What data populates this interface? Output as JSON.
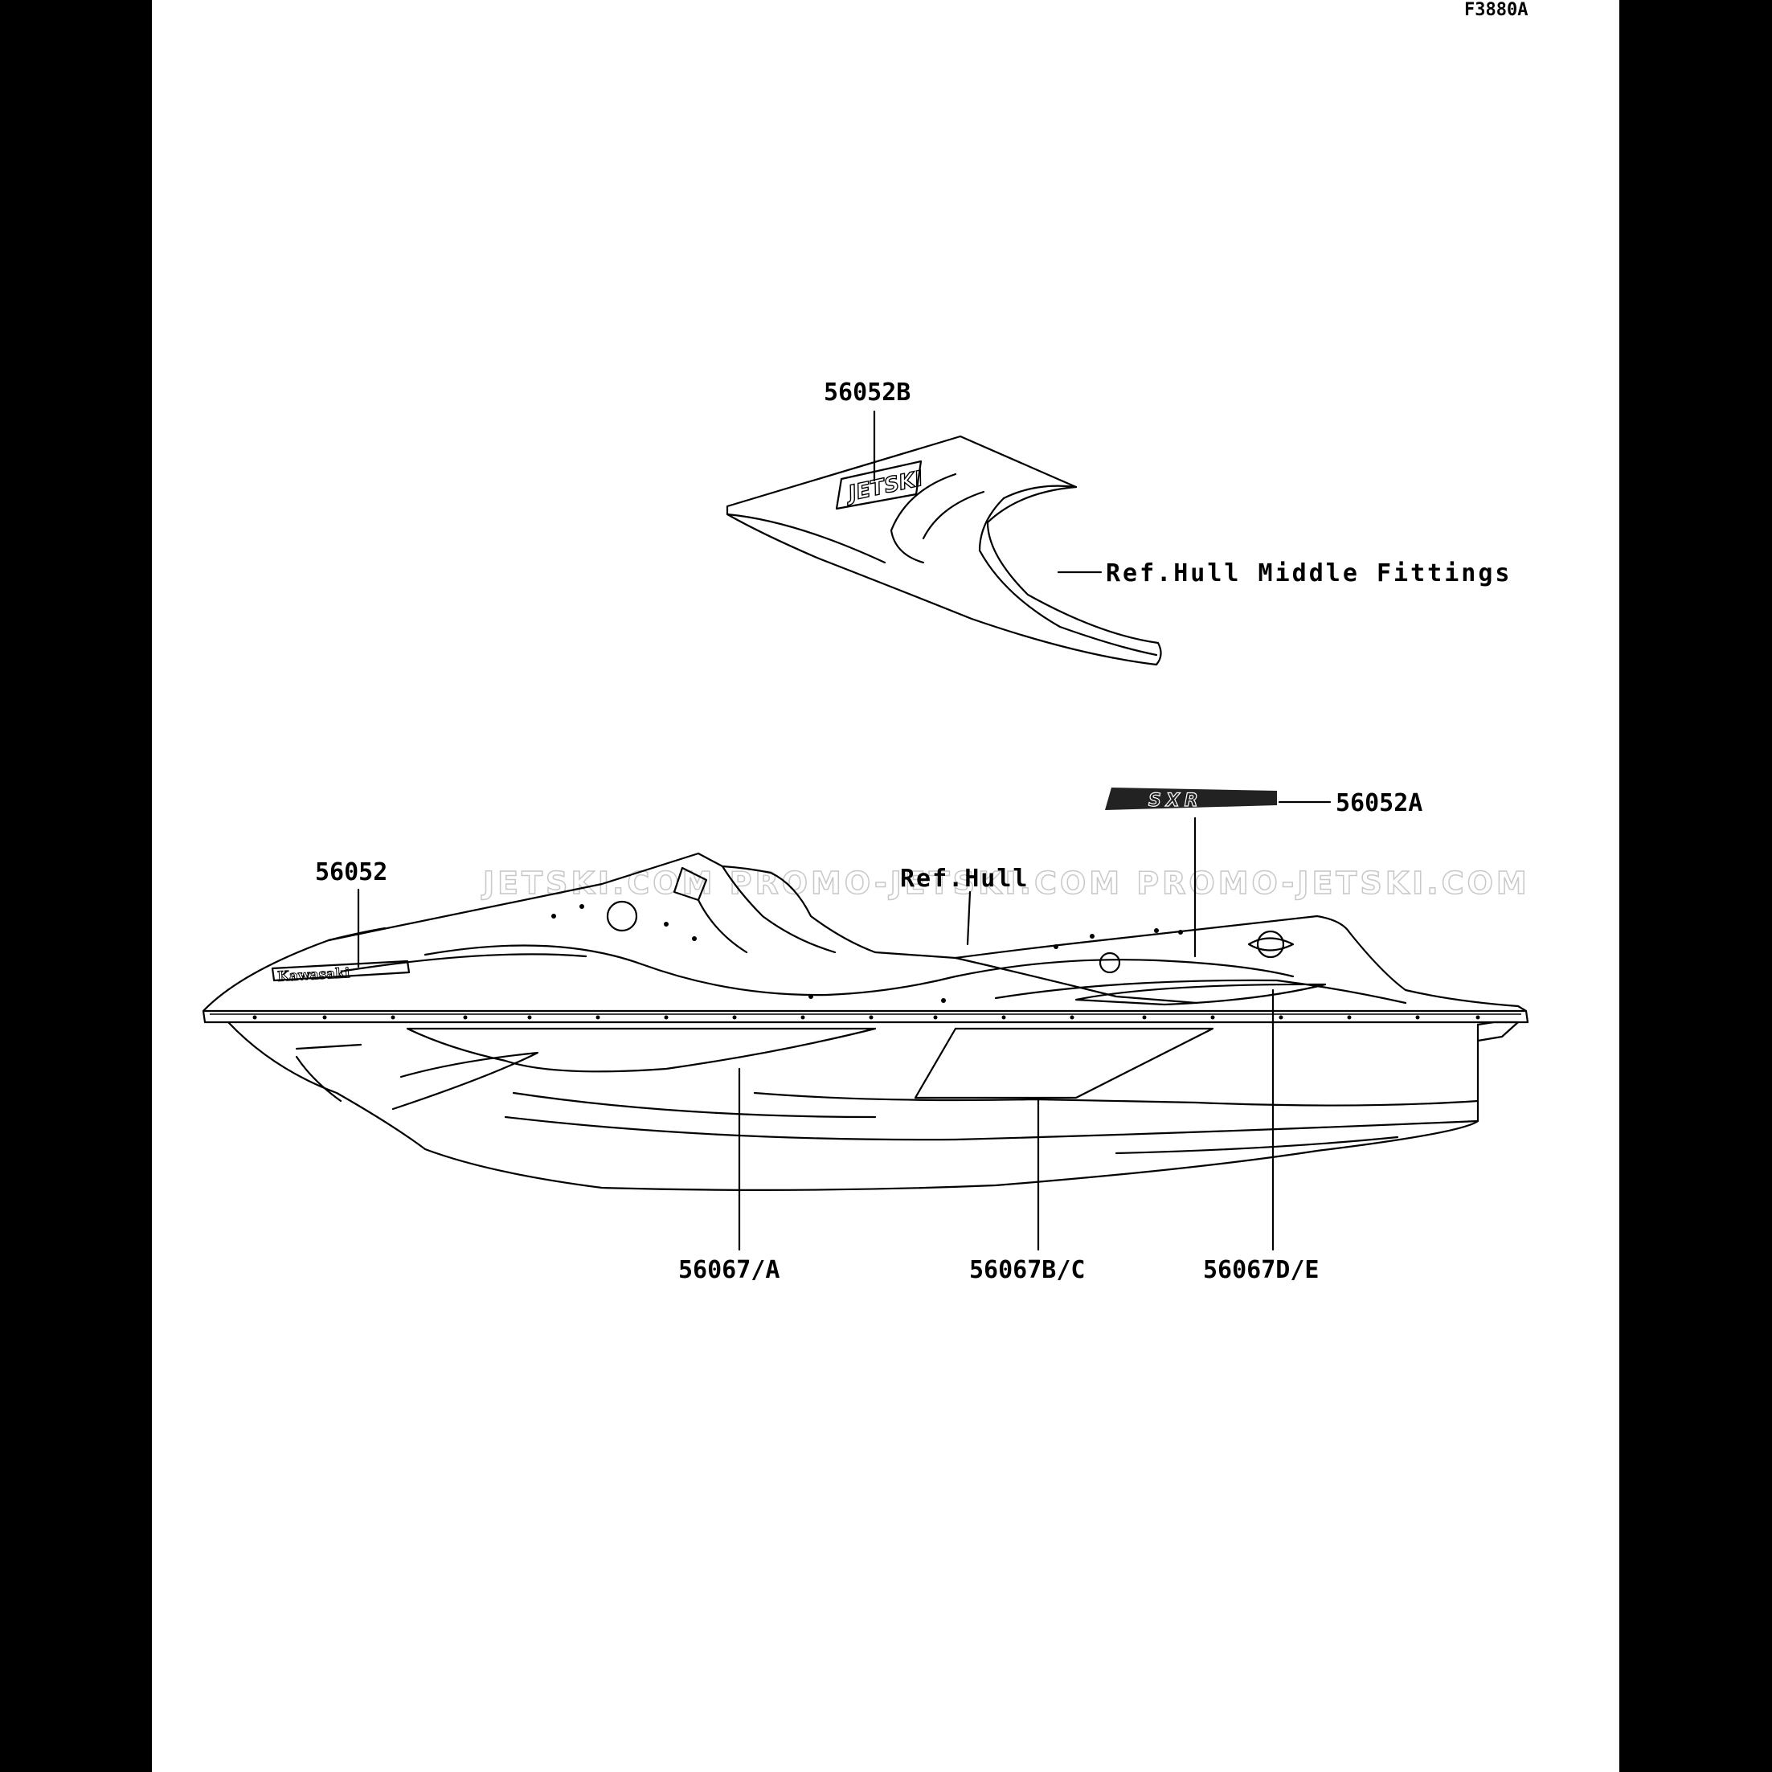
{
  "figure_code": "F3880A",
  "labels": {
    "part_56052B": "56052B",
    "ref_middle_fittings": "Ref.Hull Middle Fittings",
    "part_56052A": "56052A",
    "part_56052": "56052",
    "ref_hull": "Ref.Hull",
    "part_56067A": "56067/A",
    "part_56067BC": "56067B/C",
    "part_56067DE": "56067D/E"
  },
  "watermark": "JETSKI.COM PROMO-JETSKI.COM PROMO-JETSKI.COM",
  "decal_text": {
    "jetski": "JETSKI",
    "kawasaki": "Kawasaki",
    "model": "SXR"
  },
  "colors": {
    "background": "#000000",
    "sheet": "#ffffff",
    "ink": "#000000",
    "watermark": "#c8c8c8"
  }
}
